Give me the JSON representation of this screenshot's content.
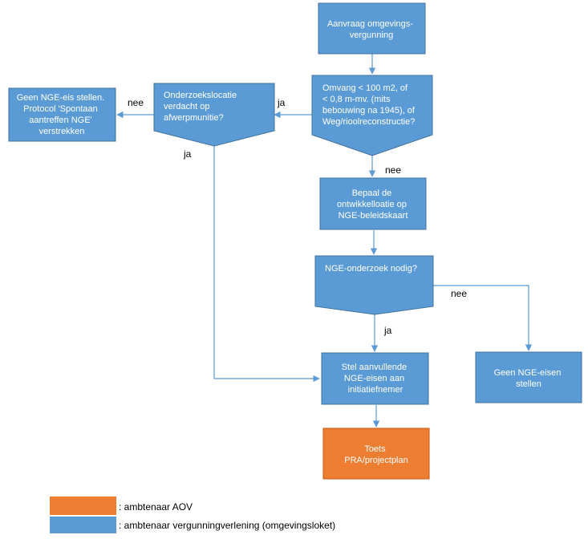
{
  "colors": {
    "process_fill": "#5b9bd5",
    "process_stroke": "#41719c",
    "aov_fill": "#ed7d31",
    "connector": "#5b9bd5"
  },
  "nodes": {
    "aanvraag": {
      "lines": [
        "Aanvraag omgevings-",
        "vergunning"
      ]
    },
    "omvang": {
      "lines": [
        "Omvang < 100 m2, of",
        "< 0,8 m-mv. (mits",
        "bebouwing na 1945), of",
        "Weg/rioolreconstructie?"
      ]
    },
    "onderzoekslocatie": {
      "lines": [
        "Onderzoekslocatie",
        "verdacht op",
        "afwerpmunitie?"
      ]
    },
    "geen_nge_protocol": {
      "lines": [
        "Geen NGE-eis stellen.",
        "Protocol 'Spontaan",
        "aantreffen NGE'",
        "verstrekken"
      ]
    },
    "bepaal": {
      "lines": [
        "Bepaal de",
        "ontwikkelloatie op",
        "NGE-beleidskaart"
      ]
    },
    "onderzoek_nodig": {
      "lines": [
        "NGE-onderzoek nodig?"
      ]
    },
    "stel_aanvullende": {
      "lines": [
        "Stel aanvullende",
        "NGE-eisen aan",
        "initiatiefnemer"
      ]
    },
    "geen_nge_eisen": {
      "lines": [
        "Geen NGE-eisen",
        "stellen"
      ]
    },
    "toets": {
      "lines": [
        "Toets",
        "PRA/projectplan"
      ]
    }
  },
  "edge_labels": {
    "ja_omvang_to_onderzoekslocatie": "ja",
    "nee_onderzoekslocatie_to_geen": "nee",
    "ja_onderzoekslocatie_to_stel": "ja",
    "nee_omvang_to_bepaal": "nee",
    "ja_onderzoek_to_stel": "ja",
    "nee_onderzoek_to_geen": "nee"
  },
  "legend": [
    {
      "label": ": ambtenaar AOV",
      "color": "#ed7d31"
    },
    {
      "label": ": ambtenaar vergunningverlening (omgevingsloket)",
      "color": "#5b9bd5"
    }
  ]
}
